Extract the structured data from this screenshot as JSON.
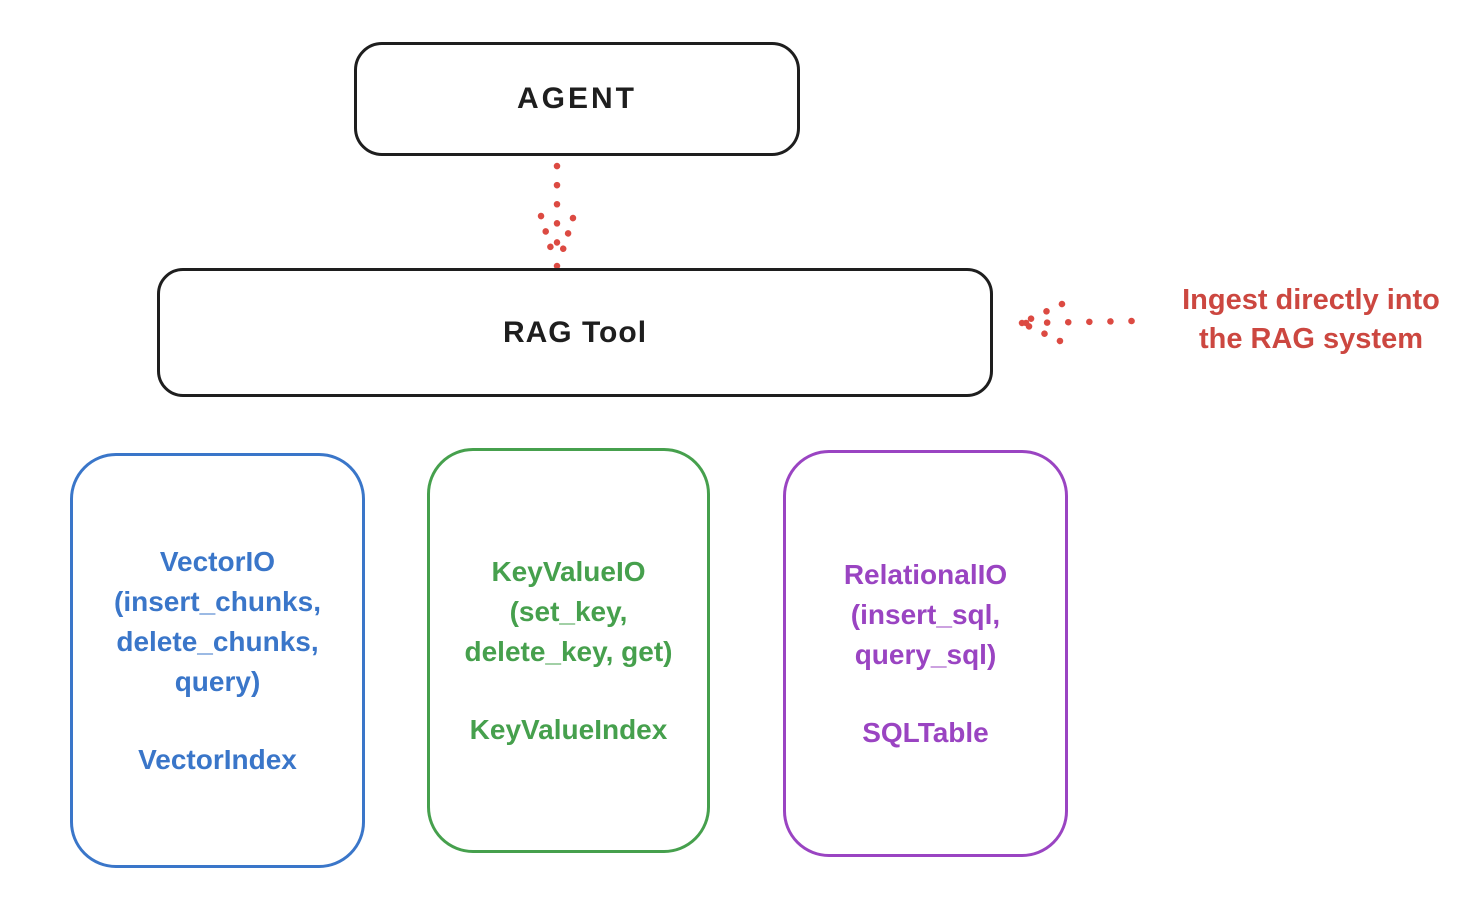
{
  "agent_box": {
    "label": "AGENT"
  },
  "rag_tool_box": {
    "label": "RAG Tool"
  },
  "annotation": {
    "line1": "Ingest directly into",
    "line2": "the RAG system",
    "color": "#cc4740"
  },
  "arrows": [
    {
      "name": "agent-to-rag-tool",
      "style": "dotted",
      "direction": "down",
      "color": "#dc4a42"
    },
    {
      "name": "ingest-into-rag-tool",
      "style": "dotted",
      "direction": "left",
      "color": "#dc4a42"
    }
  ],
  "io_boxes": [
    {
      "title": "VectorIO",
      "methods": [
        "(insert_chunks,",
        "delete_chunks,",
        "query)"
      ],
      "index_label": "VectorIndex",
      "color": "#3a76c9"
    },
    {
      "title": "KeyValueIO",
      "methods": [
        "(set_key,",
        "delete_key, get)"
      ],
      "index_label": "KeyValueIndex",
      "color": "#46a04d"
    },
    {
      "title": "RelationalIO",
      "methods": [
        "(insert_sql,",
        "query_sql)"
      ],
      "index_label": "SQLTable",
      "color": "#9a44c2"
    }
  ],
  "colors": {
    "outline_black": "#1e1e1e",
    "background": "#ffffff"
  }
}
